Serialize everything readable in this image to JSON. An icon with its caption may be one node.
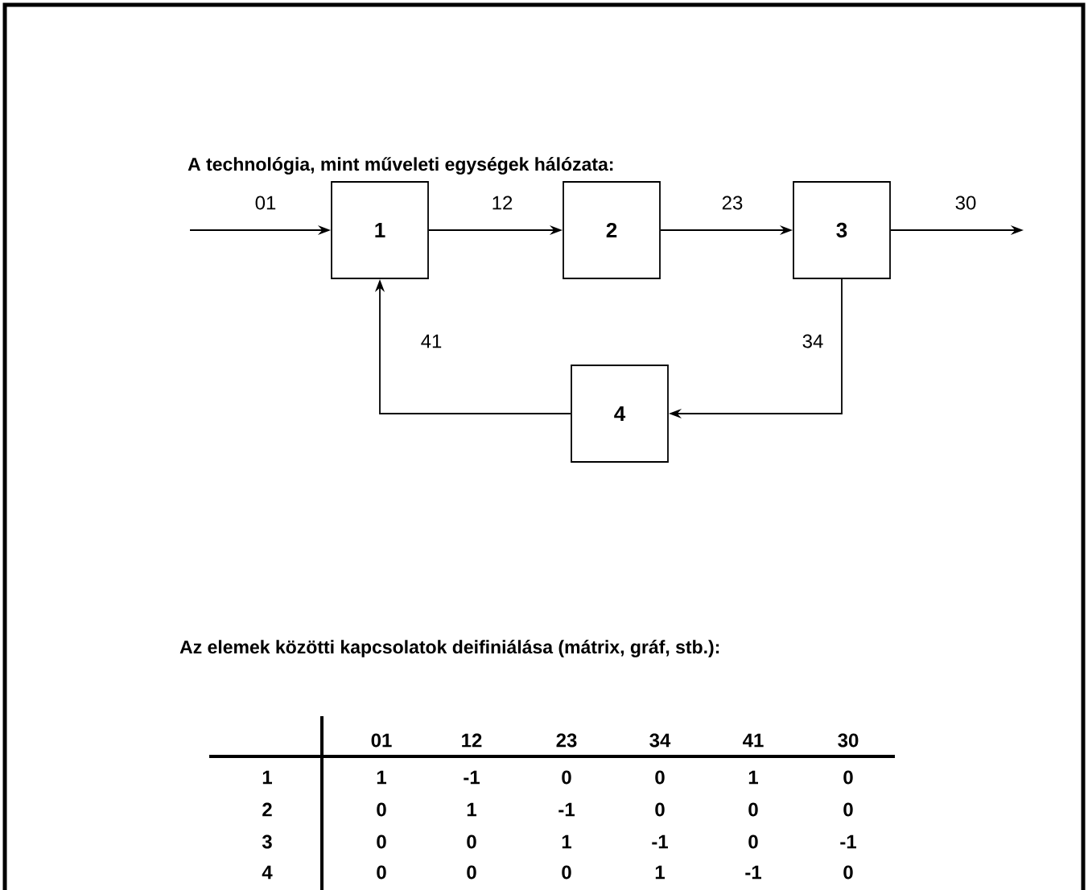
{
  "diagram": {
    "title": "A technológia, mint műveleti egységek hálózata:",
    "nodes": [
      {
        "text": [
          "1"
        ]
      },
      {
        "text": [
          "2"
        ]
      },
      {
        "text": [
          "3"
        ]
      },
      {
        "text": [
          "4"
        ]
      }
    ],
    "edges": [
      {
        "from": null,
        "to": 0,
        "arrow": "to",
        "label": "01"
      },
      {
        "from": 0,
        "to": 1,
        "arrow": "to",
        "label": "12"
      },
      {
        "from": 1,
        "to": 2,
        "arrow": "to",
        "label": "23"
      },
      {
        "from": 2,
        "to": null,
        "arrow": "to",
        "label": "30"
      },
      {
        "from": 2,
        "to": 3,
        "arrow": "to",
        "label": "34"
      },
      {
        "from": 3,
        "to": 0,
        "arrow": "to",
        "label": "41"
      }
    ],
    "labels": [
      "Az elemek közötti kapcsolatok deifiniálása (mátrix, gráf, stb.):",
      "01",
      "12",
      "23",
      "34",
      "41",
      "30",
      "1",
      "1",
      "-1",
      "0",
      "0",
      "1",
      "0",
      "2",
      "0",
      "1",
      "-1",
      "0",
      "0",
      "0",
      "3",
      "0",
      "0",
      "1",
      "-1",
      "0",
      "-1",
      "4",
      "0",
      "0",
      "0",
      "1",
      "-1",
      "0"
    ]
  }
}
